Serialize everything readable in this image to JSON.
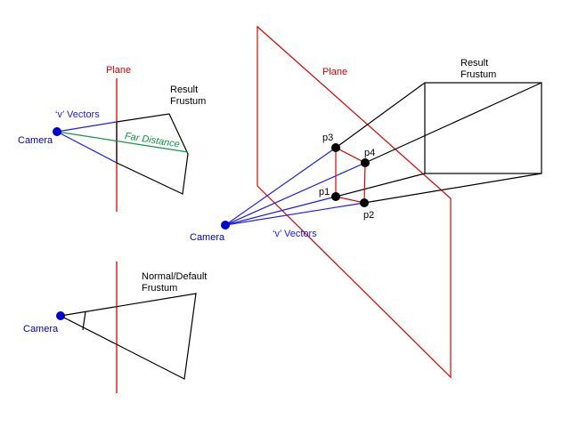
{
  "colors": {
    "plane": "#e00000",
    "camera": "#0000cc",
    "vectors": "#1a1aff",
    "frustum": "#000000",
    "far_distance": "#119944",
    "points": "#000000"
  },
  "labels": {
    "top_left": {
      "plane": "Plane",
      "result_frustum": "Result\nFrustum",
      "v_vectors": "‘v’ Vectors",
      "camera": "Camera",
      "far_distance": "Far Distance"
    },
    "bottom_left": {
      "normal_frustum": "Normal/Default\nFrustum",
      "camera": "Camera"
    },
    "right": {
      "plane": "Plane",
      "result_frustum": "Result\nFrustum",
      "camera": "Camera",
      "v_vectors": "‘v’ Vectors",
      "points": [
        "p1",
        "p2",
        "p3",
        "p4"
      ]
    }
  }
}
